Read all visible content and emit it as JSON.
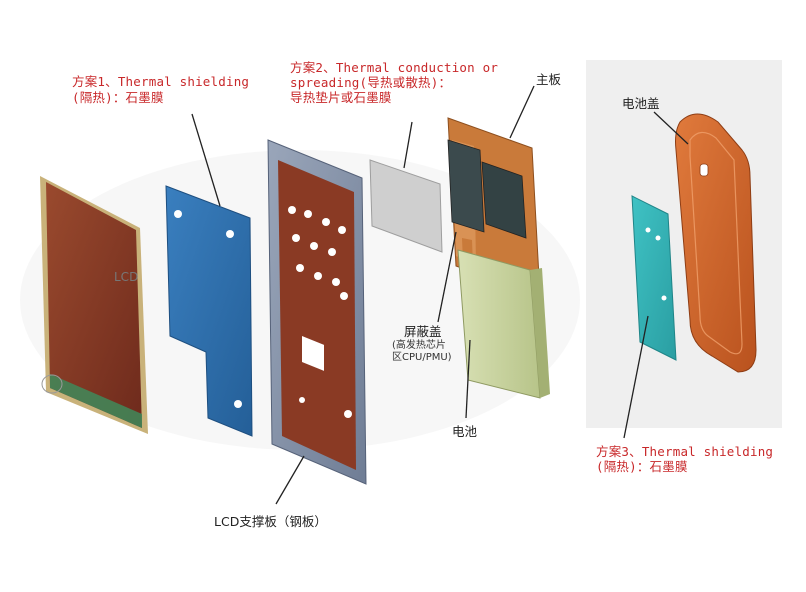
{
  "labels": {
    "scheme1_line1": "方案1、Thermal shielding",
    "scheme1_line2": "(隔热)：石墨膜",
    "scheme2_line1": "方案2、Thermal conduction or",
    "scheme2_line2": "spreading(导热或散热)：",
    "scheme2_line3": "导热垫片或石墨膜",
    "mainboard": "主板",
    "battery_cover": "电池盖",
    "shield_cover": "屏蔽盖",
    "shield_note_1": "(高发热芯片",
    "shield_note_2": "区CPU/PMU)",
    "battery": "电池",
    "lcd": "LCD",
    "lcd_support": "LCD支撑板（钢板）",
    "scheme3_line1": "方案3、Thermal shielding",
    "scheme3_line2": "(隔热)：石墨膜"
  },
  "colors": {
    "annotation_red": "#c8282a",
    "lcd_panel": "#8a3a24",
    "graphite_blue": "#2f6fae",
    "steel_frame": "#7f8ea6",
    "mainboard_orange": "#c97a3a",
    "battery_green": "#c8d3a0",
    "battery_cover_orange": "#d2692e",
    "teal_film": "#35b3b6"
  }
}
